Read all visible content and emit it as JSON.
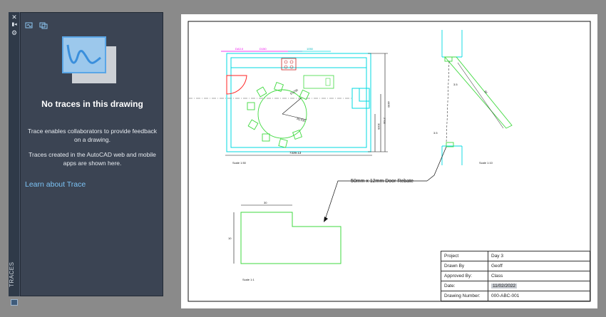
{
  "palette": {
    "side_label": "TRACES",
    "title": "No traces in this drawing",
    "description": "Trace enables collaborators to provide feedback on a drawing.",
    "secondary": "Traces created in the AutoCAD web and mobile apps are shown here.",
    "link": "Learn about Trace",
    "icons": [
      "close-icon",
      "pin-icon",
      "settings-icon",
      "trace-new-icon",
      "trace-list-icon",
      "trace-illustration-icon",
      "traces-tab-icon"
    ]
  },
  "drawing": {
    "dims": {
      "d1": "DA3.0",
      "d2": "D150",
      "d3": "1050",
      "d4": "D1290",
      "d5": "R1700",
      "d6": "7339.13",
      "d7": "3009",
      "d8": "2700",
      "d9": "4490",
      "d10": "3.5",
      "d11": "30",
      "d12": "10"
    },
    "scales": {
      "plan": "Scale 1:50",
      "section": "Scale 1:10",
      "detail": "Scale 1:1"
    },
    "callout": "50mm x 12mm Door Rebate",
    "colors": {
      "cyan": "#00e5ee",
      "green": "#3fd93f",
      "red": "#ff2222",
      "magenta": "#ee00ee",
      "black": "#111111"
    }
  },
  "title_block": {
    "rows": [
      {
        "key": "Project",
        "value": "Day 3"
      },
      {
        "key": "Drawn By",
        "value": "Geoff"
      },
      {
        "key": "Approved By:",
        "value": "Class"
      },
      {
        "key": "Date:",
        "value": "11/02/2022"
      },
      {
        "key": "Drawing Number:",
        "value": "000-ABC-001"
      }
    ]
  }
}
